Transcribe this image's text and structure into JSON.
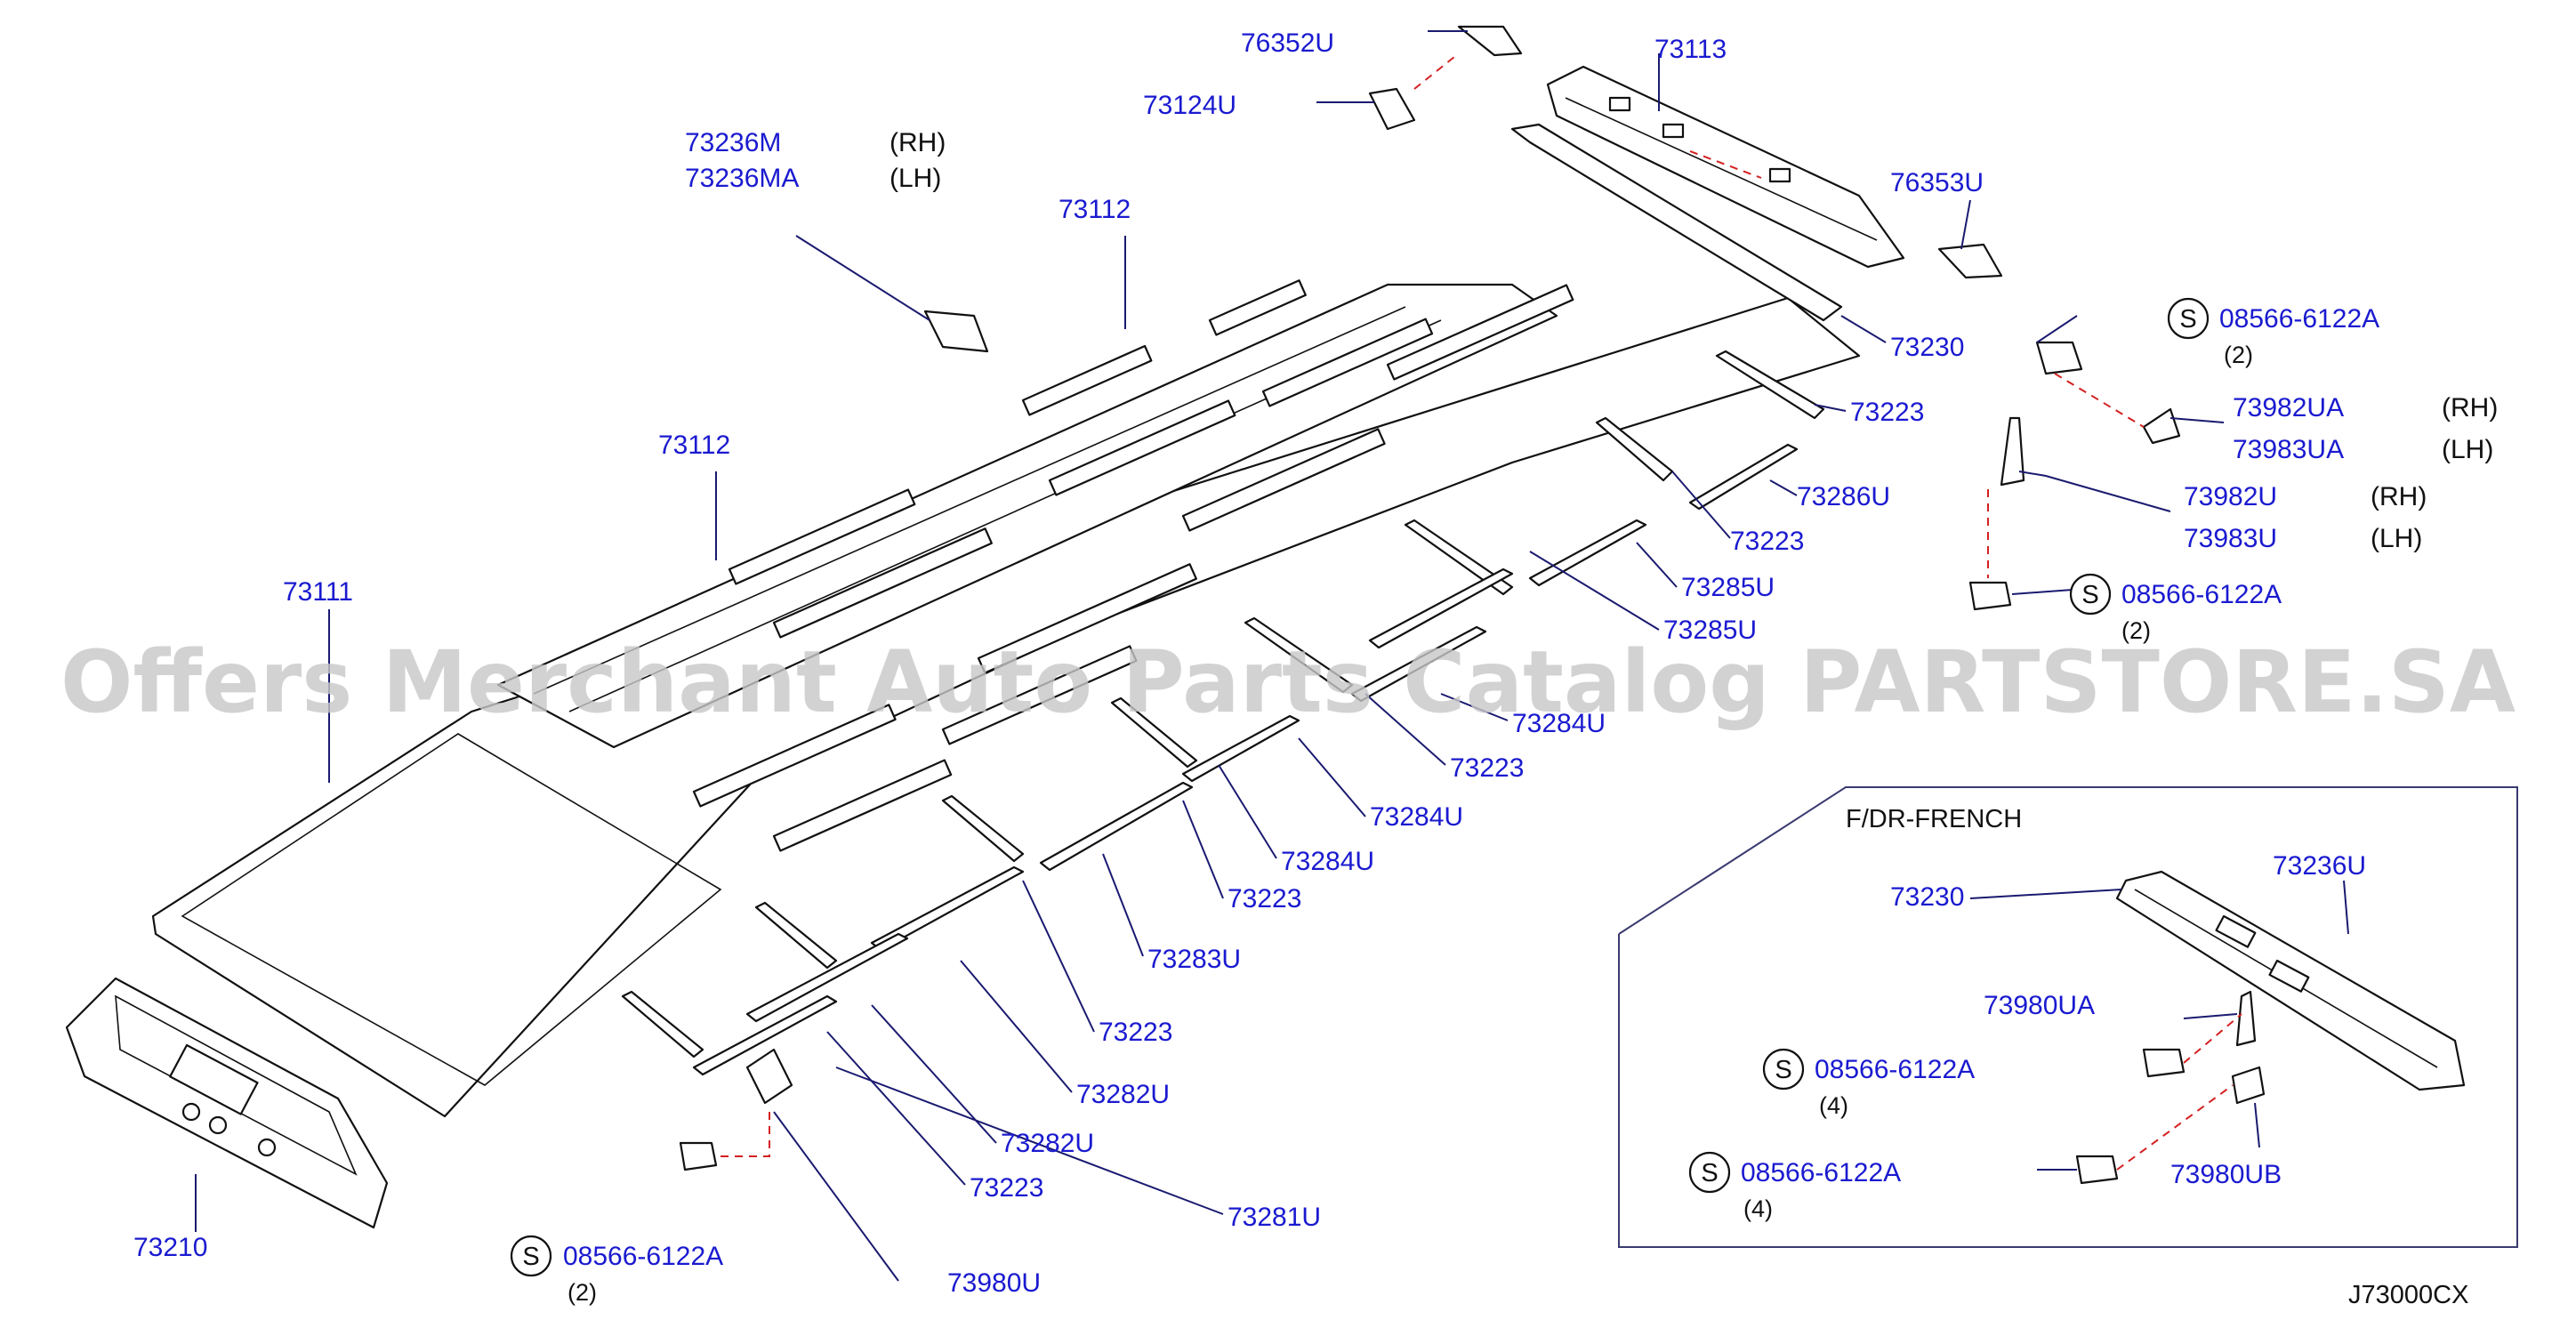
{
  "watermark": "Offers Merchant Auto Parts Catalog PARTSTORE.SA",
  "diagram_code": "J73000CX",
  "inset_title": "F/DR-FRENCH",
  "labels": {
    "p76352U": "76352U",
    "p73113": "73113",
    "p73124U": "73124U",
    "p73236M": "73236M",
    "p73236MA": "73236MA",
    "rh1": "(RH)",
    "lh1": "(LH)",
    "p73112a": "73112",
    "p76353U": "76353U",
    "p73230": "73230",
    "s_top": "08566-6122A",
    "q_top": "(2)",
    "p73112b": "73112",
    "p73223a": "73223",
    "p73982UA": "73982UA",
    "rh2": "(RH)",
    "p73983UA": "73983UA",
    "lh2": "(LH)",
    "p73286U": "73286U",
    "p73982U": "73982U",
    "rh3": "(RH)",
    "p73983U": "73983U",
    "lh3": "(LH)",
    "p73223b": "73223",
    "p73111": "73111",
    "p73285Ua": "73285U",
    "s_mid": "08566-6122A",
    "q_mid": "(2)",
    "p73285Ub": "73285U",
    "p73284Ua": "73284U",
    "p73223c": "73223",
    "p73284Ub": "73284U",
    "p73284Uc": "73284U",
    "p73223d": "73223",
    "p73283U": "73283U",
    "p73223e": "73223",
    "p73282Ua": "73282U",
    "p73282Ub": "73282U",
    "p73223f": "73223",
    "p73281U": "73281U",
    "p73210": "73210",
    "s_bot": "08566-6122A",
    "q_bot": "(2)",
    "p73980U": "73980U",
    "i73230": "73230",
    "i73236U": "73236U",
    "i73980UA": "73980UA",
    "i_s1": "08566-6122A",
    "i_q1": "(4)",
    "i_s2": "08566-6122A",
    "i_q2": "(4)",
    "i73980UB": "73980UB",
    "s_symbol": "S"
  },
  "colors": {
    "part_number": "#1a1ad0",
    "outline": "#111111",
    "dashed_link": "#d42020",
    "watermark": "#c8c8c8"
  }
}
